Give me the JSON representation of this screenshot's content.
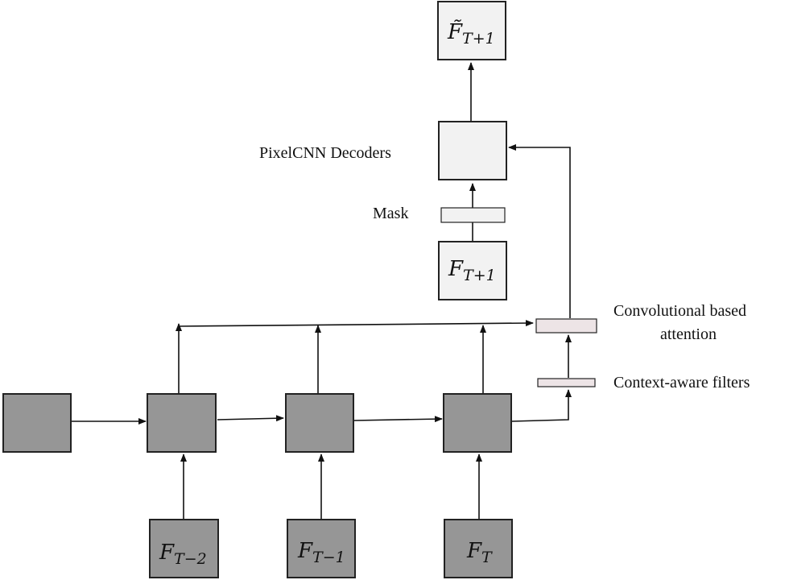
{
  "labels": {
    "pixelcnn_decoders": "PixelCNN Decoders",
    "mask": "Mask",
    "conv_attention_line1": "Convolutional based",
    "conv_attention_line2": "attention",
    "context_filters": "Context-aware filters"
  },
  "boxes": {
    "output": {
      "main": "F̃",
      "sub": "T+1"
    },
    "target": {
      "main": "F",
      "sub": "T+1"
    },
    "input_t_minus_2": {
      "main": "F",
      "sub": "T−2"
    },
    "input_t_minus_1": {
      "main": "F",
      "sub": "T−1"
    },
    "input_t": {
      "main": "F",
      "sub": "T"
    }
  },
  "colors": {
    "recurrent_fill": "#969696",
    "light_fill": "#f2f2f2",
    "bar_fill": "#ede4e6",
    "stroke": "#222222"
  }
}
